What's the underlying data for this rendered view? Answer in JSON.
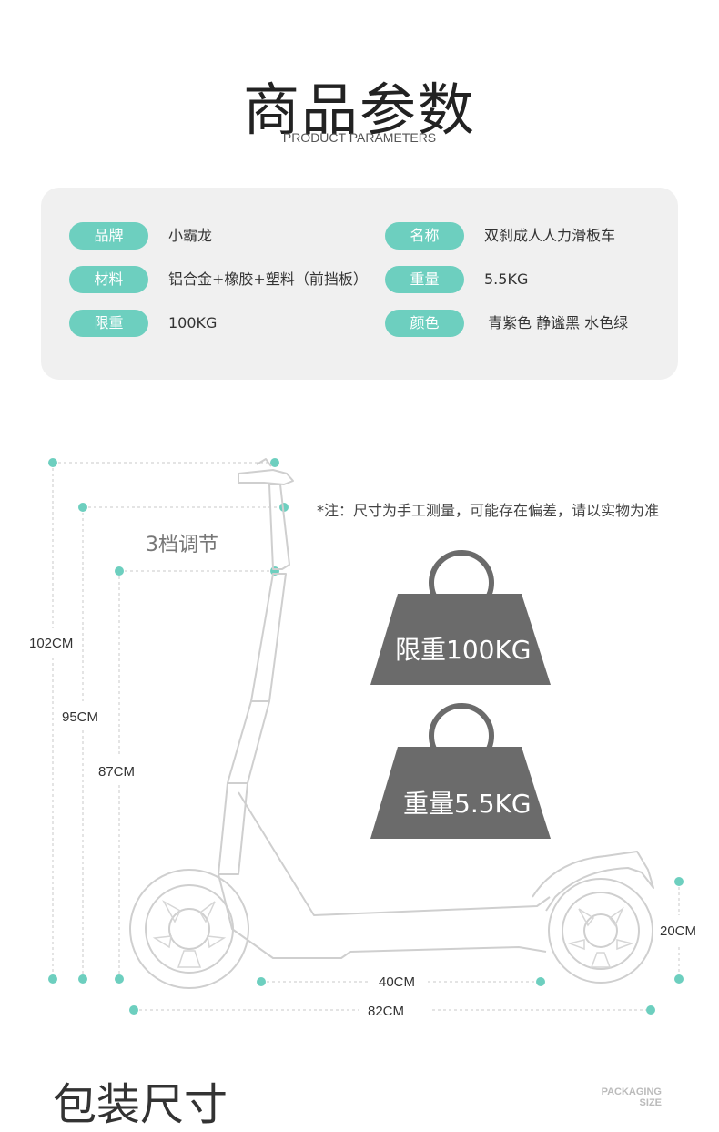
{
  "header": {
    "title": "商品参数",
    "subtitle": "PRODUCT PARAMETERS"
  },
  "params": [
    {
      "label": "品牌",
      "value": "小霸龙"
    },
    {
      "label": "名称",
      "value": "双刹成人人力滑板车"
    },
    {
      "label": "材料",
      "value": "铝合金+橡胶+塑料（前挡板）"
    },
    {
      "label": "重量",
      "value": "5.5KG"
    },
    {
      "label": "限重",
      "value": "100KG"
    },
    {
      "label": "颜色",
      "value": "青紫色  静谧黑  水色绿"
    }
  ],
  "diagram": {
    "note": "*注：尺寸为手工测量，可能存在偏差，请以实物为准",
    "adjust_label": "3档调节",
    "height_max": "102CM",
    "height_mid": "95CM",
    "height_min": "87CM",
    "deck_length": "40CM",
    "total_length": "82CM",
    "wheel_size": "20CM",
    "weight_limit_badge": "限重100KG",
    "weight_badge": "重量5.5KG"
  },
  "footer": {
    "title": "包装尺寸",
    "subtitle_line1": "PACKAGING",
    "subtitle_line2": "SIZE"
  },
  "colors": {
    "accent": "#6dcfbf",
    "card_bg": "#f0f0f0",
    "weight_fill": "#6b6b6b"
  }
}
